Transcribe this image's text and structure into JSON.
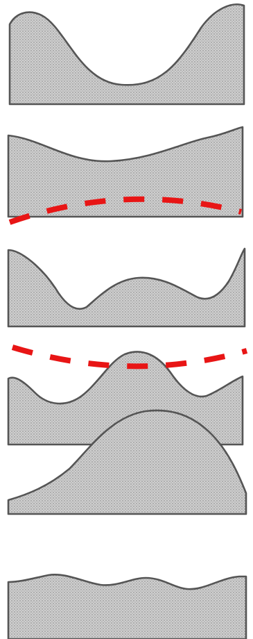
{
  "colors": {
    "background": "#ffffff",
    "outline": "#555555",
    "fill": "#cfcfcf",
    "stipple_dot": "#7d7d7d",
    "dashed_line": "#e81515"
  },
  "panels": [
    {
      "name": "panel-1-u-shape",
      "shape": "u-shaped-dip"
    },
    {
      "name": "panel-2-shallow-dip",
      "shape": "shallow-dip"
    },
    {
      "name": "panel-3-double-dip",
      "shape": "two-dips"
    },
    {
      "name": "panel-4-central-peak",
      "shape": "central-peak"
    },
    {
      "name": "panel-5-broad-peak",
      "shape": "broad-peak"
    },
    {
      "name": "panel-6-gentle-waves",
      "shape": "gentle-waves"
    }
  ],
  "dashed_lines": [
    {
      "name": "dashed-line-upper"
    },
    {
      "name": "dashed-line-lower"
    }
  ]
}
